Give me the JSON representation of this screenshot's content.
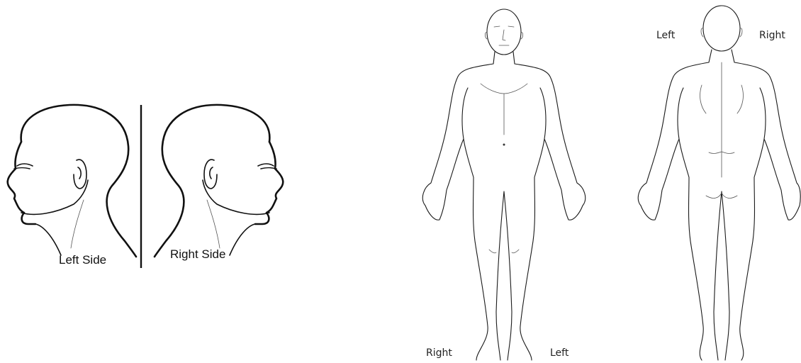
{
  "head_diagram": {
    "left_label": "Left Side",
    "right_label": "Right Side"
  },
  "front_body": {
    "right_label": "Right",
    "left_label": "Left"
  },
  "back_body": {
    "left_label": "Left",
    "right_label": "Right"
  }
}
